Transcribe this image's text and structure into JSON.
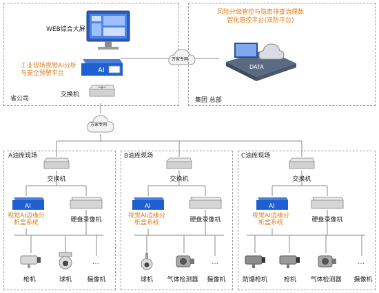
{
  "province": {
    "name": "省公司",
    "screen_label": "WEB综合大屏",
    "platform_label": "工业现场视觉AI分析与安全预警平台",
    "switch_label": "交换机"
  },
  "group": {
    "name": "集团 总部",
    "title": "风险分级管控与隐患排查治理数智化管控平台(双防平台)",
    "data_label": "DATA"
  },
  "wan_label": "万家专网",
  "sites": [
    {
      "name": "A油库现场",
      "switch": "交换机",
      "ai_system": "视觉AI边缘分析盒系统",
      "ai_badge": "AI",
      "nvr": "硬盘录像机",
      "devices": [
        "枪机",
        "球机",
        "摄像机"
      ]
    },
    {
      "name": "B油库现场",
      "switch": "交换机",
      "ai_system": "视觉AI边缘分析盒系统",
      "ai_badge": "AI",
      "nvr": "硬盘录像机",
      "devices": [
        "球机",
        "气体检测器",
        "摄像机"
      ]
    },
    {
      "name": "C油库现场",
      "switch": "交换机",
      "ai_system": "视觉AI边缘分析盒系统",
      "ai_badge": "AI",
      "nvr": "硬盘录像机",
      "devices": [
        "防爆枪机",
        "枪机",
        "气体检测器",
        "摄像机"
      ]
    }
  ],
  "ellipsis": "…",
  "colors": {
    "accent": "#e07d1e",
    "ai_blue": "#1f5fd0",
    "line": "#7f7f7f"
  }
}
